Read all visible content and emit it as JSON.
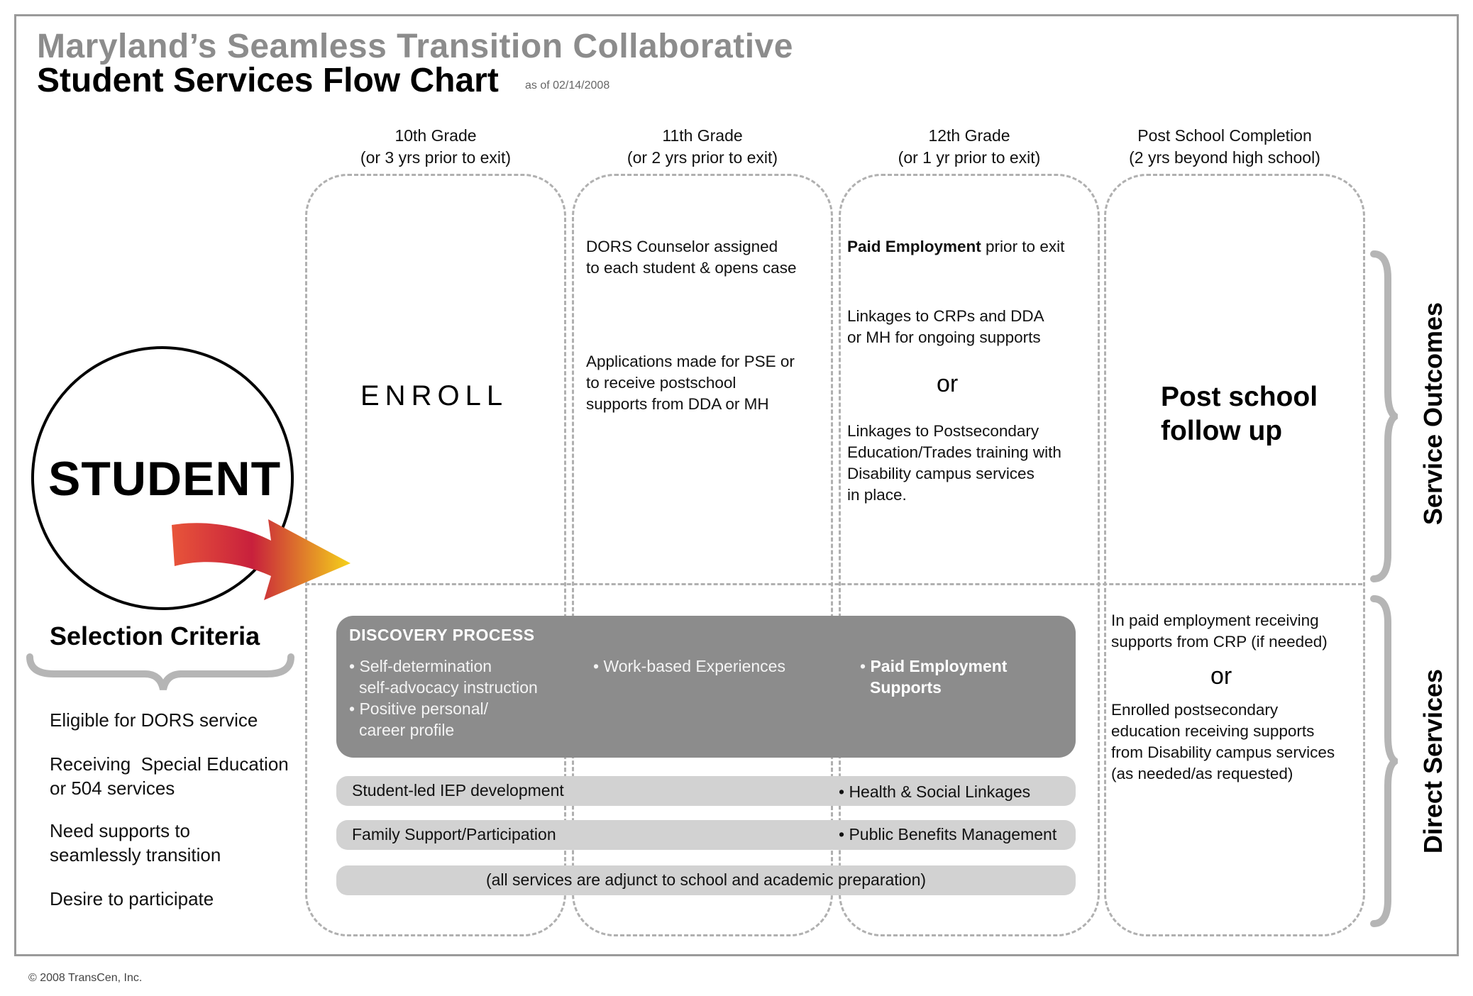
{
  "title": {
    "line1": "Maryland’s Seamless Transition Collaborative",
    "line2": "Student Services Flow Chart",
    "as_of": "as of 02/14/2008"
  },
  "columns": [
    {
      "grade": "10th Grade",
      "sub": "(or 3 yrs prior to exit)"
    },
    {
      "grade": "11th Grade",
      "sub": "(or 2 yrs prior to exit)"
    },
    {
      "grade": "12th Grade",
      "sub": "(or 1 yr prior to exit)"
    },
    {
      "grade": "Post School Completion",
      "sub": "(2 yrs beyond high school)"
    }
  ],
  "outcomes": {
    "enroll": "ENROLL",
    "grade11": {
      "counselor_l1": "DORS Counselor assigned",
      "counselor_l2": "to each student & opens case",
      "apps_l1": "Applications made for PSE or",
      "apps_l2": "to receive postschool",
      "apps_l3": "supports from DDA or MH"
    },
    "grade12": {
      "paid_bold": "Paid Employment",
      "paid_rest": " prior to exit",
      "linkages_l1": "Linkages to CRPs and DDA",
      "linkages_l2": "or MH for ongoing supports",
      "or": "or",
      "pse_l1": "Linkages to Postsecondary",
      "pse_l2": "Education/Trades training with",
      "pse_l3": "Disability campus services",
      "pse_l4": "in place."
    },
    "post_l1": "Post school",
    "post_l2": "follow up"
  },
  "student": {
    "label": "STUDENT"
  },
  "selection_criteria": {
    "title": "Selection Criteria",
    "items": [
      [
        "Eligible for DORS service"
      ],
      [
        "Receiving  Special Education",
        "or 504 services"
      ],
      [
        "Need supports to",
        "seamlessly transition"
      ],
      [
        "Desire to participate"
      ]
    ]
  },
  "discovery": {
    "title": "DISCOVERY PROCESS",
    "col1_l1": "• Self-determination",
    "col1_l2": "self-advocacy instruction",
    "col1_l3": "• Positive personal/",
    "col1_l4": "career profile",
    "col2": "• Work-based Experiences",
    "col3_bullet": "• ",
    "col3_l1": "Paid Employment",
    "col3_l2": "Supports"
  },
  "bars": {
    "iep": "Student-led IEP development",
    "health": "• Health & Social Linkages",
    "family": "Family Support/Participation",
    "benefits": "• Public Benefits Management",
    "adjunct": "(all services are adjunct to school and academic preparation)"
  },
  "post_direct": {
    "a_l1": "In paid employment receiving",
    "a_l2": "supports from CRP (if needed)",
    "or": "or",
    "b_l1": "Enrolled postsecondary",
    "b_l2": "education receiving supports",
    "b_l3": "from Disability campus services",
    "b_l4": "(as needed/as requested)"
  },
  "side_labels": {
    "outcomes": "Service Outcomes",
    "direct": "Direct Services"
  },
  "copyright": "© 2008 TransCen, Inc.",
  "colors": {
    "title_gray": "#8c8c8c",
    "discovery_box": "#8c8c8c",
    "bar_gray": "#d2d2d2",
    "dashed_line": "#b0b0b0",
    "arrow_start": "#e8553a",
    "arrow_mid": "#c8203c",
    "arrow_end": "#f5d21a"
  }
}
